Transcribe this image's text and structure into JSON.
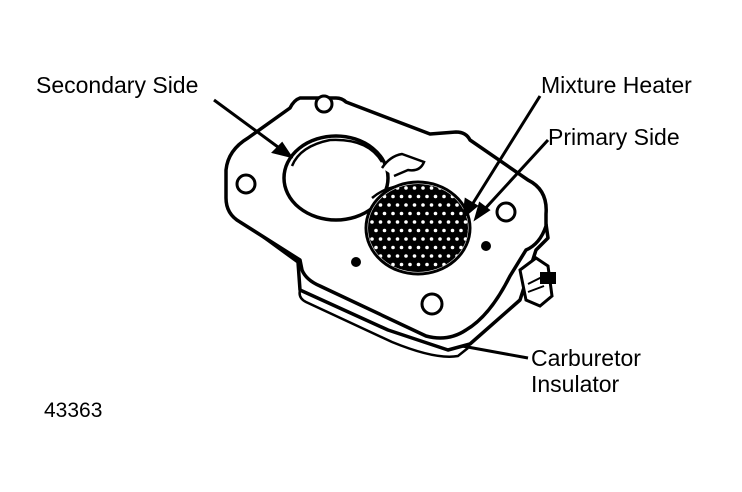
{
  "labels": {
    "secondary_side": "Secondary Side",
    "mixture_heater": "Mixture Heater",
    "primary_side": "Primary Side",
    "carburetor_line1": "Carburetor",
    "carburetor_line2": "Insulator",
    "figure_number": "43363"
  },
  "colors": {
    "ink": "#000000",
    "paper": "#ffffff"
  }
}
